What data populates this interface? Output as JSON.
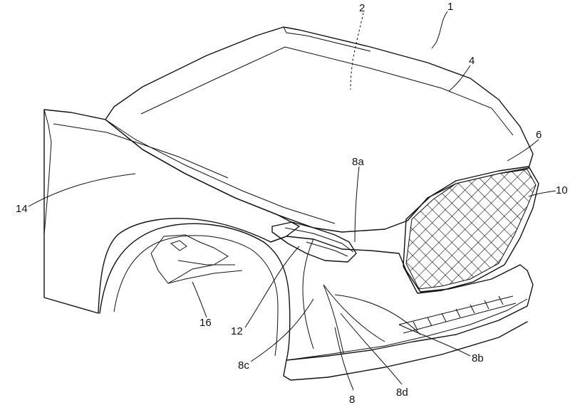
{
  "figure": {
    "labels": {
      "vehicle": "1",
      "hood_inner": "2",
      "hood": "4",
      "hood_front": "6",
      "bumper": "8",
      "bumper_a": "8a",
      "bumper_b": "8b",
      "bumper_c": "8c",
      "bumper_d": "8d",
      "grille": "10",
      "headlamp": "12",
      "fender": "14",
      "wheel_house": "16"
    }
  }
}
